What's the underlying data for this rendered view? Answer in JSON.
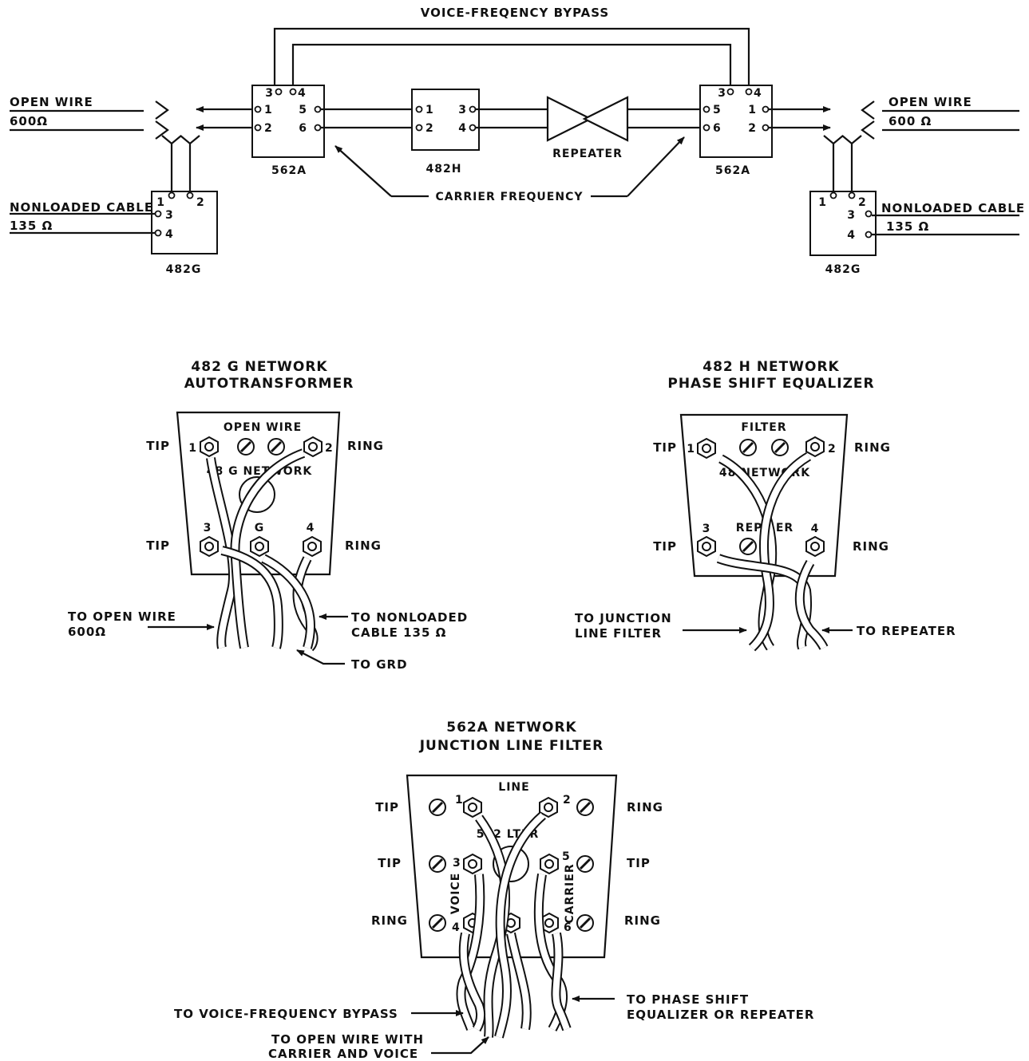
{
  "top": {
    "bypass_label": "VOICE-FREQENCY BYPASS",
    "left_open_wire": "OPEN WIRE",
    "left_open_wire_imp": "600Ω",
    "right_open_wire": "OPEN WIRE",
    "right_open_wire_imp": "600 Ω",
    "left_cable": "NONLOADED CABLE",
    "left_cable_imp": "135 Ω",
    "right_cable": "NONLOADED CABLE",
    "right_cable_imp": "135 Ω",
    "filter_left_name": "562A",
    "filter_right_name": "562A",
    "equalizer_name": "482H",
    "auto_left_name": "482G",
    "auto_right_name": "482G",
    "repeater_label": "REPEATER",
    "carrier_label": "CARRIER FREQUENCY",
    "t1": "1",
    "t2": "2",
    "t3": "3",
    "t4": "4",
    "t5": "5",
    "t6": "6"
  },
  "net482g": {
    "title_1": "482 G NETWORK",
    "title_2": "AUTOTRANSFORMER",
    "panel_top": "OPEN WIRE",
    "panel_mid": "48  G NETWORK",
    "tip_top": "TIP",
    "ring_top": "RING",
    "tip_bottom": "TIP",
    "ring_bottom": "RING",
    "t1": "1",
    "t2": "2",
    "t3": "3",
    "tg": "G",
    "t4": "4",
    "to_open_wire": "TO OPEN WIRE",
    "to_open_wire_imp": "600Ω",
    "to_nonloaded": "TO NONLOADED",
    "to_nonloaded_2": "CABLE  135 Ω",
    "to_grd": "TO GRD"
  },
  "net482h": {
    "title_1": "482 H NETWORK",
    "title_2": "PHASE SHIFT EQUALIZER",
    "panel_top": "FILTER",
    "panel_mid": "48    NETWORK",
    "panel_rep": "REPE    ER",
    "tip_top": "TIP",
    "ring_top": "RING",
    "tip_bottom": "TIP",
    "ring_bottom": "RING",
    "t1": "1",
    "t2": "2",
    "t3": "3",
    "t4": "4",
    "to_junction": "TO JUNCTION",
    "to_junction_2": "LINE FILTER",
    "to_repeater": "TO REPEATER"
  },
  "net562a": {
    "title_1": "562A NETWORK",
    "title_2": "JUNCTION LINE FILTER",
    "panel_top": "LINE",
    "panel_mid": "562    LTER",
    "voice": "VOICE",
    "carrier": "CARRIER",
    "tip_1": "TIP",
    "ring_1": "RING",
    "tip_2": "TIP",
    "tip_3": "TIP",
    "ring_2": "RING",
    "ring_3": "RING",
    "t1": "1",
    "t2": "2",
    "t3": "3",
    "t4": "4",
    "t5": "5",
    "t6": "6",
    "to_bypass": "TO VOICE-FREQUENCY BYPASS",
    "to_open_1": "TO OPEN WIRE WITH",
    "to_open_2": "CARRIER AND VOICE",
    "to_phase_1": "TO PHASE SHIFT",
    "to_phase_2": "EQUALIZER OR REPEATER"
  }
}
